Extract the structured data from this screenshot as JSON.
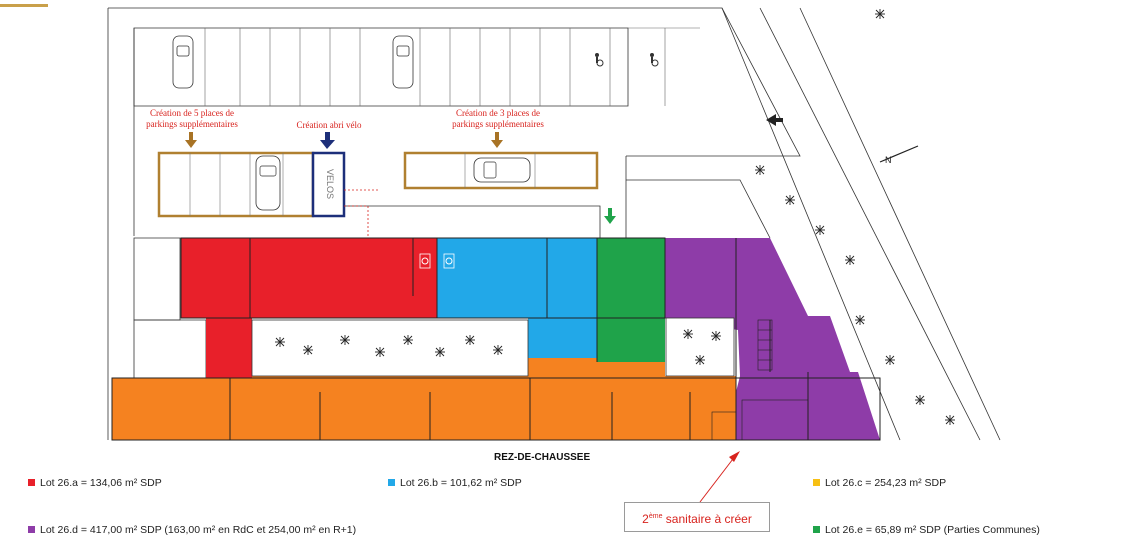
{
  "labels": {
    "parking_5": "Création de 5 places de parkings supplémentaires",
    "velo": "Création abri vélo",
    "parking_3": "Création de 3 places de parkings supplémentaires",
    "velos_sign": "VELOS",
    "level": "REZ-DE-CHAUSSEE"
  },
  "legend": [
    {
      "color": "#e8202a",
      "text": "Lot 26.a = 134,06 m² SDP"
    },
    {
      "color": "#22a8e8",
      "text": "Lot 26.b = 101,62 m² SDP"
    },
    {
      "color": "#f7c014",
      "text": "Lot 26.c = 254,23 m² SDP"
    },
    {
      "color": "#8e3ca8",
      "text": "Lot 26.d = 417,00 m² SDP (163,00 m² en RdC et 254,00 m² en R+1)"
    },
    {
      "color": "#1fa34a",
      "text": "Lot 26.e = 65,89 m² SDP (Parties Communes)"
    }
  ],
  "note": {
    "sup": "ème",
    "prefix": "2",
    "suffix": " sanitaire à créer"
  },
  "colors": {
    "red": "#e8202a",
    "blue": "#22a8e8",
    "orange": "#f58220",
    "purple": "#8e3ca8",
    "green": "#1fa34a",
    "frame": "#b08030",
    "velo_frame": "#1d2f7a",
    "arrow_brown": "#a87325"
  }
}
